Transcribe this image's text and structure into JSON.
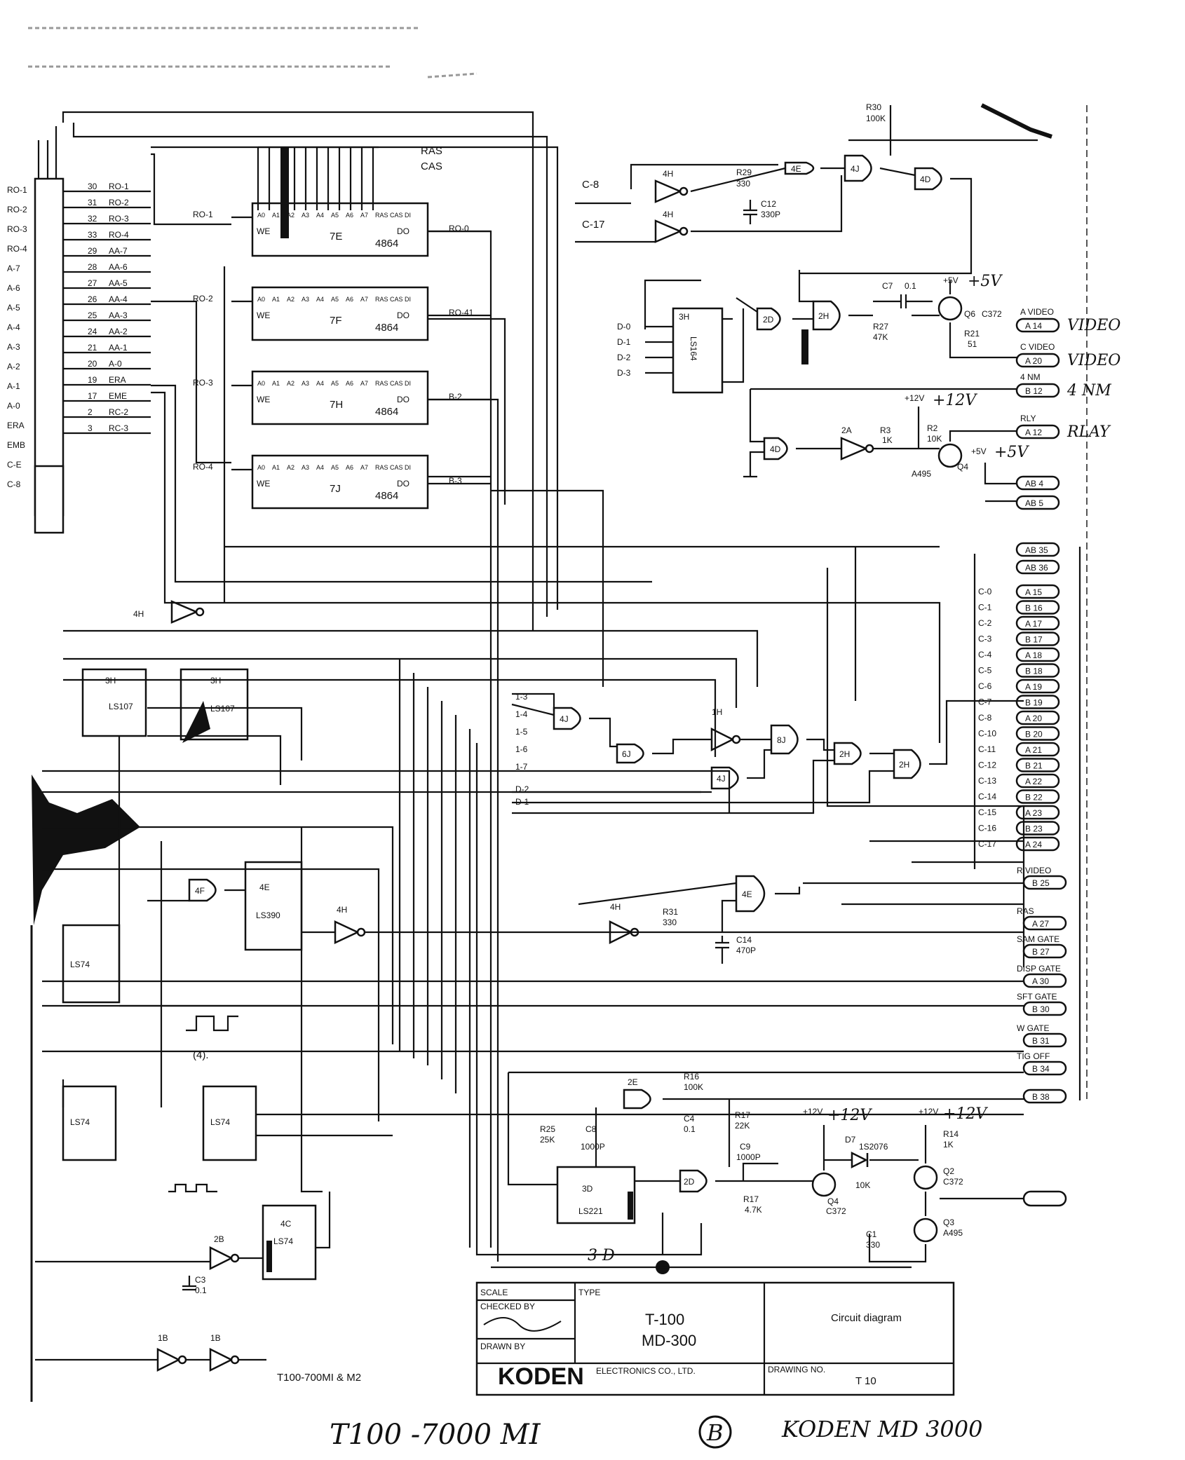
{
  "connector_left": [
    "RO-1",
    "RO-2",
    "RO-3",
    "RO-4",
    "A-7",
    "A-6",
    "A-5",
    "A-4",
    "A-3",
    "A-2",
    "A-1",
    "A-0",
    "ERA",
    "EMB",
    "C-E",
    "C-8"
  ],
  "left_signals": [
    "RO-1",
    "RO-2",
    "RO-3",
    "RO-4",
    "AA-7",
    "AA-6",
    "AA-5",
    "AA-4",
    "AA-3",
    "AA-2",
    "AA-1",
    "A-0",
    "ERA",
    "EME",
    "RC-2",
    "RC-3"
  ],
  "left_pins": [
    "30",
    "31",
    "32",
    "33",
    "29",
    "28",
    "27",
    "26",
    "25",
    "24",
    "21",
    "20",
    "19",
    "17",
    "2",
    "3"
  ],
  "rams": [
    {
      "ref": "7E",
      "part": "4864",
      "row": "RO-1",
      "out": "RO-0"
    },
    {
      "ref": "7F",
      "part": "4864",
      "row": "RO-2",
      "out": "RO-41"
    },
    {
      "ref": "7H",
      "part": "4864",
      "row": "RO-3",
      "out": "B-2"
    },
    {
      "ref": "7J",
      "part": "4864",
      "row": "RO-4",
      "out": "B-3"
    }
  ],
  "ram_pins": [
    "A0",
    "A1",
    "A2",
    "A3",
    "A4",
    "A5",
    "A6",
    "A7",
    "RAS",
    "CAS",
    "DI",
    "DO",
    "WE"
  ],
  "top_signals": {
    "ras": "RAS",
    "cas": "CAS"
  },
  "top_gates": {
    "inv1": "4H",
    "inv2": "4H",
    "c8": "C-8",
    "c17": "C-17",
    "r29": "R29",
    "r29v": "330",
    "c12": "C12",
    "c12v": "330P",
    "g4e": "4E",
    "g4j": "4J",
    "g4d": "4D",
    "r30": "R30",
    "r30v": "100K"
  },
  "shift_reg": {
    "part": "LS164",
    "ref": "3H",
    "inputs": [
      "D-0",
      "D-1",
      "D-2",
      "D-3"
    ]
  },
  "video": {
    "g2d": "2D",
    "g2h": "2H",
    "c7": "C7",
    "c7v": "0.1",
    "r27": "R27",
    "r27v": "47K",
    "q6": "Q6",
    "q6t": "C372",
    "r21": "R21",
    "r21v": "51",
    "plus5_printed": "+5V",
    "plus5_hand": "+5V"
  },
  "relay": {
    "g4d": "4D",
    "g2a": "2A",
    "r3": "R3",
    "r3v": "1K",
    "r2": "R2",
    "r2v": "10K",
    "q4": "Q4",
    "q4t": "A495",
    "plus12_printed": "+12V",
    "plus12_hand": "+12V",
    "plus5_printed": "+5V",
    "plus5_hand": "+5V"
  },
  "right_connectors": [
    {
      "label": "A VIDEO",
      "pin": "A 14",
      "hand": "VIDEO"
    },
    {
      "label": "C VIDEO",
      "pin": "A 20",
      "hand": "VIDEO"
    },
    {
      "label": "4 NM",
      "pin": "B 12",
      "hand": "4 NM"
    },
    {
      "label": "RLY",
      "pin": "A 12",
      "hand": "RLAY"
    }
  ],
  "ab_pins": [
    "AB 4",
    "AB 5",
    "AB 35",
    "AB 36"
  ],
  "c_bus": [
    {
      "sig": "C-0",
      "pin": "A 15"
    },
    {
      "sig": "C-1",
      "pin": "B 16"
    },
    {
      "sig": "C-2",
      "pin": "A 17"
    },
    {
      "sig": "C-3",
      "pin": "B 17"
    },
    {
      "sig": "C-4",
      "pin": "A 18"
    },
    {
      "sig": "C-5",
      "pin": "B 18"
    },
    {
      "sig": "C-6",
      "pin": "A 19"
    },
    {
      "sig": "C-7",
      "pin": "B 19"
    },
    {
      "sig": "C-8",
      "pin": "A 20"
    },
    {
      "sig": "C-10",
      "pin": "B 20"
    },
    {
      "sig": "C-11",
      "pin": "A 21"
    },
    {
      "sig": "C-12",
      "pin": "B 21"
    },
    {
      "sig": "C-13",
      "pin": "A 22"
    },
    {
      "sig": "C-14",
      "pin": "B 22"
    },
    {
      "sig": "C-15",
      "pin": "A 23"
    },
    {
      "sig": "C-16",
      "pin": "B 23"
    },
    {
      "sig": "C-17",
      "pin": "A 24"
    }
  ],
  "lower_connectors": [
    {
      "label": "R VIDEO",
      "pin": "B 25"
    },
    {
      "label": "RAS",
      "pin": "A 27"
    },
    {
      "label": "SAM GATE",
      "pin": "B 27"
    },
    {
      "label": "DISP GATE",
      "pin": "A 30"
    },
    {
      "label": "SFT GATE",
      "pin": "B 30"
    },
    {
      "label": "W GATE",
      "pin": "B 31"
    },
    {
      "label": "TIG OFF",
      "pin": "B 34"
    },
    {
      "label": "",
      "pin": "B 38"
    }
  ],
  "mid_logic": {
    "inputs": [
      "1-3",
      "1-4",
      "1-5",
      "1-6",
      "1-7",
      "D-2",
      "D-1"
    ],
    "g4j": "4J",
    "g6j": "6J",
    "g1h": "1H",
    "g8j": "8J",
    "g4j2": "4J",
    "g2h": "2H",
    "g2h2": "2H"
  },
  "flipflops": [
    {
      "ref": "3H",
      "part": "LS107"
    },
    {
      "ref": "3H",
      "part": "LS107"
    },
    {
      "ref": "4E",
      "part": "LS390"
    },
    {
      "ref": "",
      "part": "LS74"
    },
    {
      "ref": "",
      "part": "LS74"
    },
    {
      "ref": "",
      "part": "LS74"
    },
    {
      "ref": "4C",
      "part": "LS74"
    }
  ],
  "misc_gates": {
    "g4h": "4H",
    "g4f": "4F",
    "g4h2": "4H",
    "g4h3": "4H",
    "g4e": "4E",
    "r31": "R31",
    "r31v": "330",
    "c14": "C14",
    "c14v": "470P",
    "wave_label": "(4)."
  },
  "timer": {
    "ic": "LS221",
    "ic_ref": "3D",
    "hand_ref": "3 D",
    "r25": "R25",
    "r25v": "25K",
    "c8": "C8",
    "c8v": "1000P",
    "c4": "C4",
    "c4v": "0.1",
    "r16": "R16",
    "r16v": "100K",
    "r17": "R17",
    "r17v": "22K",
    "c9": "C9",
    "c9v": "1000P",
    "r17b": "R17",
    "r17bv": "4.7K",
    "g2d": "2D",
    "g2e": "2E",
    "d7": "D7",
    "d7v": "1S2076",
    "q4": "Q4",
    "q4t": "C372",
    "q2": "Q2",
    "q2t": "C372",
    "q3": "Q3",
    "q3t": "A495",
    "r14": "R14",
    "r14v": "1K",
    "c1": "C1",
    "c1v": "330",
    "r10k": "10K",
    "plus12a_printed": "+12V",
    "plus12a_hand": "+12V",
    "plus12b_printed": "+12V",
    "plus12b_hand": "+12V"
  },
  "bottom_gates": {
    "g2b": "2B",
    "c3": "C3",
    "c3v": "0.1",
    "g1b": "1B",
    "g1b2": "1B"
  },
  "title_block": {
    "scale": "SCALE",
    "checked": "CHECKED BY",
    "drawn": "DRAWN BY",
    "type": "TYPE",
    "type1": "T-100",
    "type2": "MD-300",
    "title": "Circuit diagram",
    "company": "KODEN",
    "company_sub": "ELECTRONICS CO., LTD.",
    "number_label": "DRAWING NO.",
    "number": "T 10"
  },
  "stamp": "T100-700MI & M2",
  "handwritten_bottom": {
    "model": "T100 -7000 MI",
    "circle": "B",
    "maker": "KODEN MD 3000"
  }
}
